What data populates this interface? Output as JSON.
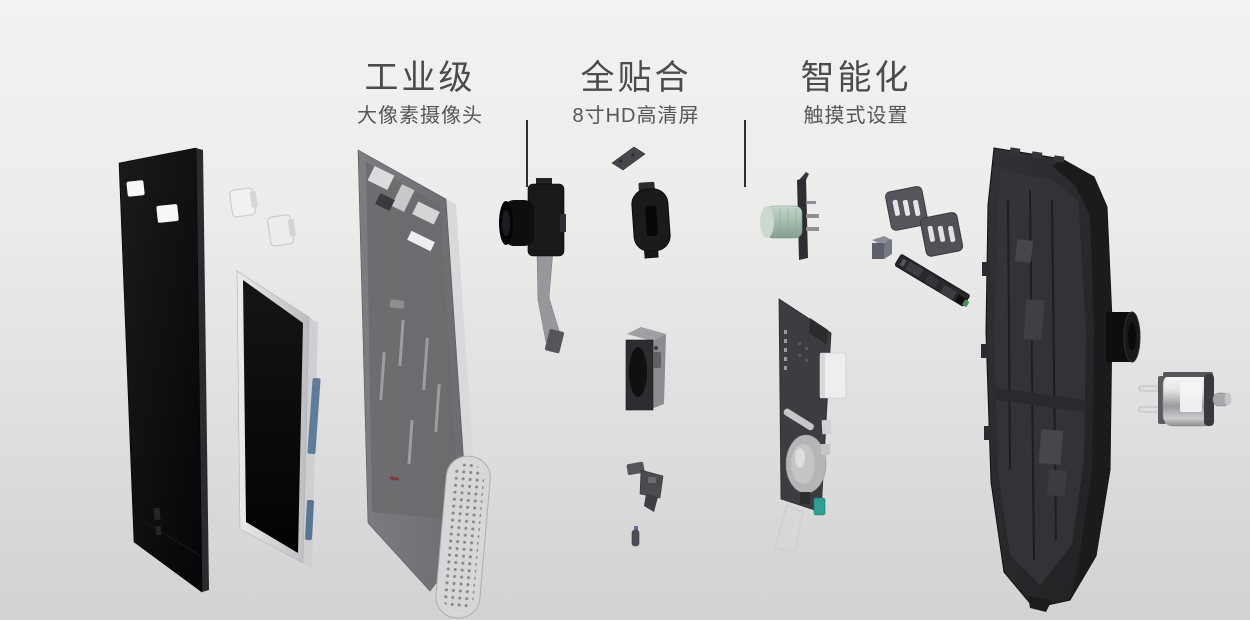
{
  "header": {
    "features": [
      {
        "title": "工业级",
        "subtitle": "大像素摄像头"
      },
      {
        "title": "全贴合",
        "subtitle": "8寸HD高清屏"
      },
      {
        "title": "智能化",
        "subtitle": "触摸式设置"
      }
    ]
  },
  "colors": {
    "background_top": "#f2f2f1",
    "background_bottom": "#d2d2d3",
    "title_text": "#4b4b4d",
    "subtitle_text": "#565658",
    "divider": "#2f2f31",
    "doorbell_button_green": "#a9c3b2",
    "display_connector_blue": "#5d7d9a",
    "pcb_connector_teal": "#2fa092",
    "metal_silver": "#d9d9db",
    "housing_charcoal": "#28282b"
  },
  "parts": [
    {
      "name": "back-cover-panel"
    },
    {
      "name": "mounting-clip-1"
    },
    {
      "name": "mounting-clip-2"
    },
    {
      "name": "lcd-display-panel"
    },
    {
      "name": "mid-frame-speaker-grille"
    },
    {
      "name": "camera-module-flex-cable"
    },
    {
      "name": "sensor-chip-plate"
    },
    {
      "name": "camera-housing-module"
    },
    {
      "name": "speaker-box"
    },
    {
      "name": "mounting-bracket"
    },
    {
      "name": "micro-connector-part"
    },
    {
      "name": "doorbell-button-assembly"
    },
    {
      "name": "main-pcb-assembly"
    },
    {
      "name": "button-plate-1"
    },
    {
      "name": "button-plate-2"
    },
    {
      "name": "connector-block"
    },
    {
      "name": "button-flex-strip"
    },
    {
      "name": "front-housing-shell"
    },
    {
      "name": "power-connector-plug"
    }
  ]
}
